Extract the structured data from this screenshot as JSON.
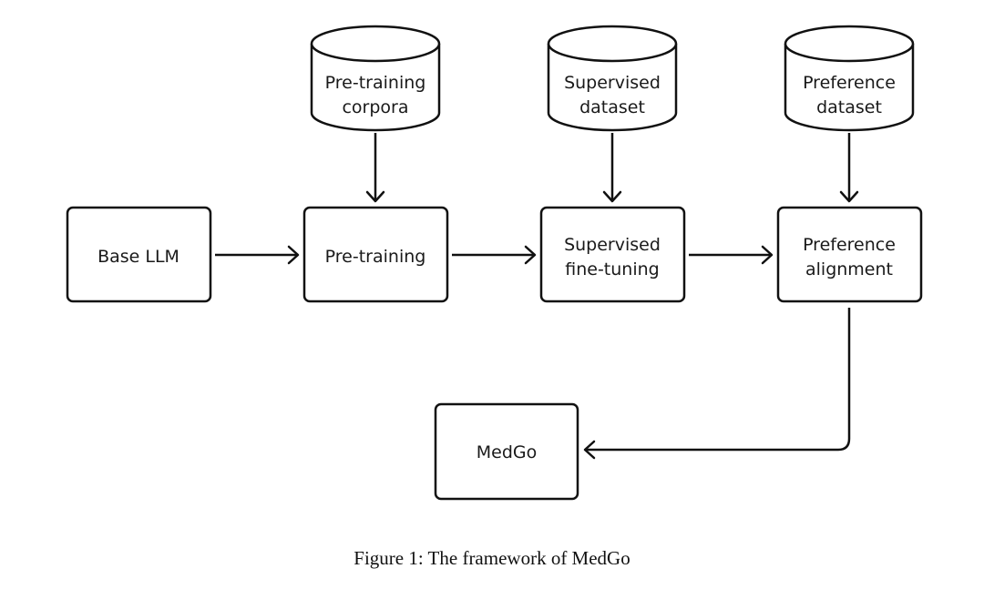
{
  "caption": "Figure 1: The framework of MedGo",
  "nodes": {
    "base_llm": "Base LLM",
    "pretraining": "Pre-training",
    "supervised_finetuning": [
      "Supervised",
      "fine-tuning"
    ],
    "preference_alignment": [
      "Preference",
      "alignment"
    ],
    "medgo": "MedGo"
  },
  "datasets": {
    "pretraining_corpora": [
      "Pre-training",
      "corpora"
    ],
    "supervised_dataset": [
      "Supervised",
      "dataset"
    ],
    "preference_dataset": [
      "Preference",
      "dataset"
    ]
  }
}
